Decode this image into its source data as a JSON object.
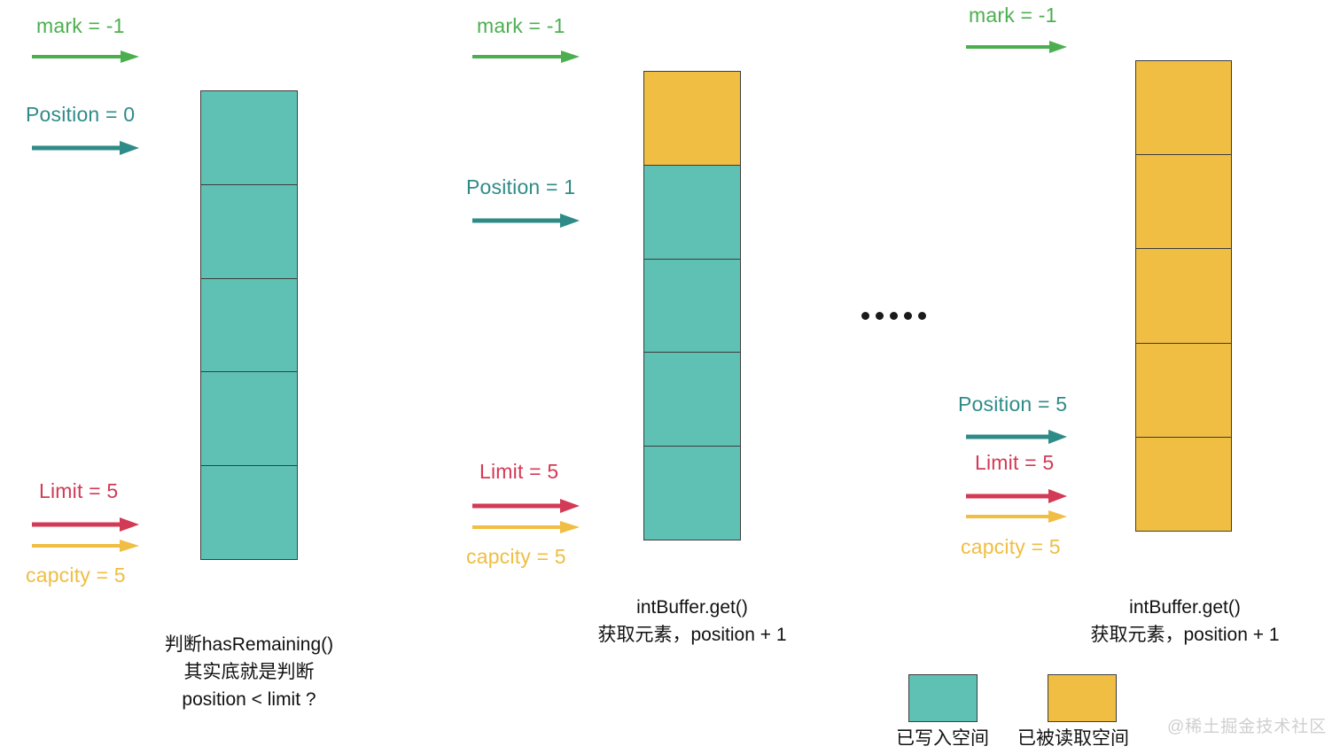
{
  "colors": {
    "written_space": "#5FC1B4",
    "read_space": "#EFBE42",
    "mark": "#4CAF4F",
    "position": "#2E8B87",
    "limit": "#D23A55",
    "capacity": "#EFBE42",
    "cell_border": "#3d3d3d",
    "background": "#ffffff",
    "watermark": "#cfcfcf"
  },
  "panels": [
    {
      "id": "panel-1",
      "markers": [
        {
          "name": "mark",
          "label": "mark = -1",
          "color_key": "mark"
        },
        {
          "name": "position",
          "label": "Position = 0",
          "color_key": "position"
        },
        {
          "name": "limit",
          "label": "Limit = 5",
          "color_key": "limit"
        },
        {
          "name": "capacity",
          "label": "capcity = 5",
          "color_key": "capacity"
        }
      ],
      "cells": [
        "written",
        "written",
        "written",
        "written",
        "written"
      ],
      "caption_lines": [
        "判断hasRemaining()",
        "其实底就是判断",
        "position < limit ?"
      ]
    },
    {
      "id": "panel-2",
      "markers": [
        {
          "name": "mark",
          "label": "mark = -1",
          "color_key": "mark"
        },
        {
          "name": "position",
          "label": "Position = 1",
          "color_key": "position"
        },
        {
          "name": "limit",
          "label": "Limit = 5",
          "color_key": "limit"
        },
        {
          "name": "capacity",
          "label": "capcity = 5",
          "color_key": "capacity"
        }
      ],
      "cells": [
        "read",
        "written",
        "written",
        "written",
        "written"
      ],
      "caption_lines": [
        "intBuffer.get()",
        "获取元素，position + 1"
      ]
    },
    {
      "id": "panel-3",
      "markers": [
        {
          "name": "mark",
          "label": "mark = -1",
          "color_key": "mark"
        },
        {
          "name": "position",
          "label": "Position = 5",
          "color_key": "position"
        },
        {
          "name": "limit",
          "label": "Limit = 5",
          "color_key": "limit"
        },
        {
          "name": "capacity",
          "label": "capcity = 5",
          "color_key": "capacity"
        }
      ],
      "cells": [
        "read",
        "read",
        "read",
        "read",
        "read"
      ],
      "caption_lines": [
        "intBuffer.get()",
        "获取元素，position + 1"
      ]
    }
  ],
  "ellipsis": {
    "dot_count": 5
  },
  "legend": {
    "items": [
      {
        "name": "written-space",
        "label": "已写入空间",
        "color_key": "written_space"
      },
      {
        "name": "read-space",
        "label": "已被读取空间",
        "color_key": "read_space"
      }
    ]
  },
  "watermark": {
    "text": "@稀土掘金技术社区"
  }
}
